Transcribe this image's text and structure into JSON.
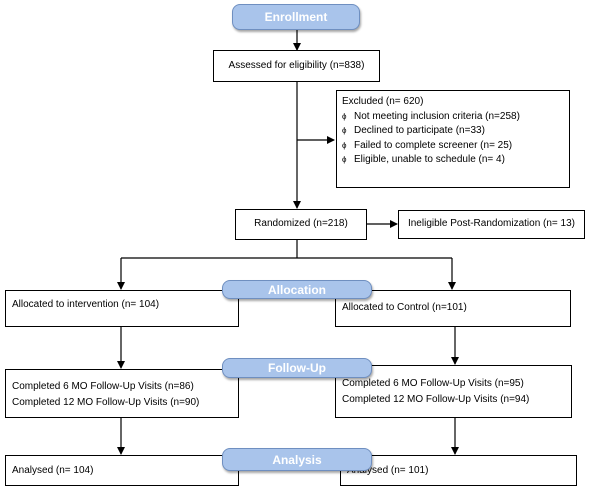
{
  "stages": {
    "enrollment": "Enrollment",
    "allocation": "Allocation",
    "follow_up": "Follow-Up",
    "analysis": "Analysis"
  },
  "assessed": "Assessed for eligibility (n=838)",
  "excluded": {
    "title": "Excluded  (n= 620)",
    "bullet_symbol": "ϕ",
    "items": [
      "Not meeting inclusion criteria (n=258)",
      "Declined to participate (n=33)",
      "Failed to complete screener  (n= 25)",
      "Eligible, unable to schedule  (n= 4)"
    ]
  },
  "randomized": "Randomized (n=218)",
  "ineligible": "Ineligible Post-Randomization (n= 13)",
  "intervention": {
    "allocated": "Allocated to intervention (n= 104)",
    "followup_6": "Completed 6 MO Follow-Up Visits (n=86)",
    "followup_12": "Completed 12 MO Follow-Up Visits (n=90)",
    "analysed": "Analysed  (n= 104)"
  },
  "control": {
    "allocated": "Allocated to Control (n=101)",
    "followup_6": "Completed 6 MO Follow-Up Visits (n=95)",
    "followup_12": "Completed 12 MO Follow-Up Visits (n=94)",
    "analysed": "Analysed  (n= 101)"
  }
}
